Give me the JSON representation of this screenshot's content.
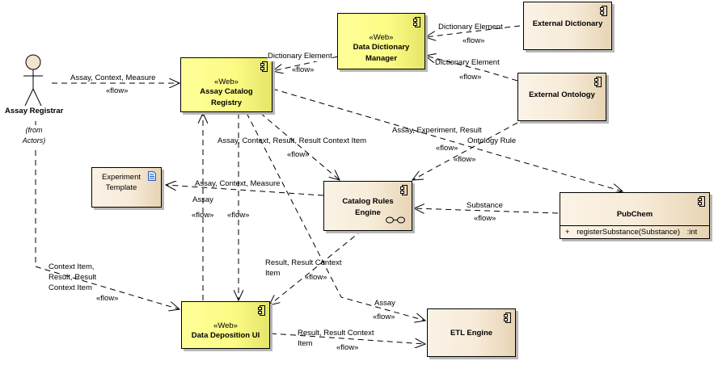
{
  "diagram": {
    "type": "UML component / information flow diagram",
    "colors": {
      "web_component_fill": "#ffff99",
      "external_component_fill": "#f7ebd8",
      "border": "#000000",
      "shadow": "#b8b8b8"
    }
  },
  "actor": {
    "name": "Assay Registrar",
    "note_line1": "(from",
    "note_line2": "Actors)"
  },
  "nodes": {
    "assay_catalog_registry": {
      "stereotype": "«Web»",
      "title_line1": "Assay Catalog",
      "title_line2": "Registry",
      "icon": "component-icon"
    },
    "data_dictionary_manager": {
      "stereotype": "«Web»",
      "title_line1": "Data Dictionary",
      "title_line2": "Manager",
      "icon": "component-icon"
    },
    "data_deposition_ui": {
      "stereotype": "«Web»",
      "title_line1": "Data Deposition UI",
      "icon": "component-icon"
    },
    "external_dictionary": {
      "title_line1": "External Dictionary",
      "icon": "component-icon"
    },
    "external_ontology": {
      "title_line1": "External Ontology",
      "icon": "component-icon"
    },
    "catalog_rules_engine": {
      "title_line1": "Catalog Rules",
      "title_line2": "Engine",
      "icon": "component-icon",
      "extra_icon": "interface-link-icon"
    },
    "experiment_template": {
      "title_line1": "Experiment",
      "title_line2": "Template",
      "icon": "document-icon"
    },
    "pubchem": {
      "title_line1": "PubChem",
      "icon": "component-icon",
      "operation_visibility": "+",
      "operation_name": "registerSubstance(Substance)",
      "operation_return": ":int"
    },
    "etl_engine": {
      "title_line1": "ETL Engine",
      "icon": "component-icon"
    }
  },
  "flows": [
    {
      "id": "f1",
      "from": "Assay Registrar",
      "to": "Assay Catalog Registry",
      "label": "Assay, Context, Measure",
      "stereotype": "«flow»"
    },
    {
      "id": "f2",
      "from": "Data Dictionary Manager",
      "to": "Assay Catalog Registry",
      "label": "Dictionary Element",
      "stereotype": "«flow»"
    },
    {
      "id": "f3",
      "from": "External Dictionary",
      "to": "Data Dictionary Manager",
      "label": "Dictionary Element",
      "stereotype": "«flow»"
    },
    {
      "id": "f4",
      "from": "External Ontology",
      "to": "Data Dictionary Manager",
      "label": "Dictionary Element",
      "stereotype": "«flow»"
    },
    {
      "id": "f5",
      "from": "Assay Catalog Registry",
      "to": "PubChem",
      "label": "Assay, Experiment, Result",
      "stereotype": "«flow»"
    },
    {
      "id": "f6",
      "from": "External Ontology",
      "to": "Catalog Rules Engine",
      "label": "Ontology Rule",
      "stereotype": "«flow»"
    },
    {
      "id": "f7",
      "from": "Assay Catalog Registry",
      "to": "Catalog Rules Engine",
      "label": "Assay, Context, Result, Result Context Item",
      "stereotype": "«flow»"
    },
    {
      "id": "f8",
      "from": "Catalog Rules Engine",
      "to": "Experiment Template",
      "label": "Assay, Context, Measure",
      "stereotype": "«flow»"
    },
    {
      "id": "f9",
      "from": "Data Deposition UI",
      "to": "Assay Catalog Registry",
      "label": "Assay",
      "stereotype": "«flow»"
    },
    {
      "id": "f10",
      "from": "Assay Catalog Registry",
      "to": "Data Deposition UI",
      "label": "",
      "stereotype": "«flow»"
    },
    {
      "id": "f11",
      "from": "PubChem",
      "to": "Catalog Rules Engine",
      "label": "Substance",
      "stereotype": "«flow»"
    },
    {
      "id": "f12",
      "from": "Catalog Rules Engine",
      "to": "Data Deposition UI",
      "label_line1": "Result, Result Context",
      "label_line2": "Item",
      "stereotype": "«flow»"
    },
    {
      "id": "f13",
      "from": "Assay Registrar",
      "to": "Data Deposition UI",
      "label_line1": "Context Item,",
      "label_line2": "Result, Result",
      "label_line3": "Context Item",
      "stereotype": "«flow»"
    },
    {
      "id": "f14",
      "from": "Assay Catalog Registry",
      "to": "ETL Engine",
      "label": "Assay",
      "stereotype": "«flow»"
    },
    {
      "id": "f15",
      "from": "Data Deposition UI",
      "to": "ETL Engine",
      "label_line1": "Result, Result Context",
      "label_line2": "Item",
      "stereotype": "«flow»"
    }
  ]
}
